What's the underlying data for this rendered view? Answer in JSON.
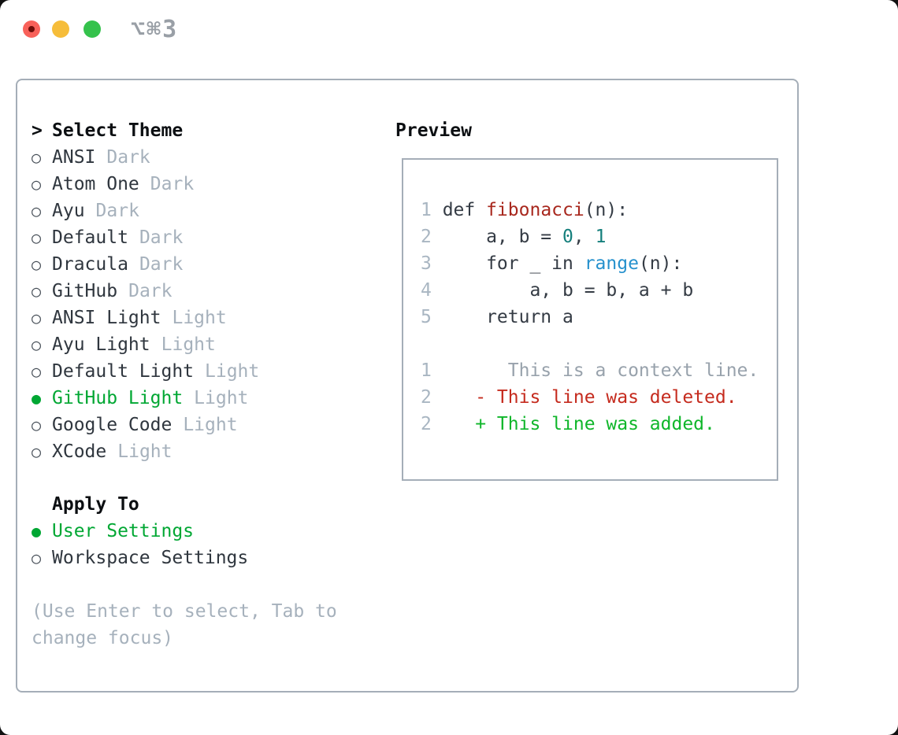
{
  "window": {
    "title_shortcut": "⌥⌘3"
  },
  "colors": {
    "accent_green": "#00a733",
    "diff_added_green": "#0fb62a",
    "diff_deleted_red": "#c52b1e",
    "function_red": "#a8281e",
    "number_teal": "#157f7c",
    "builtin_blue": "#2691cd",
    "muted_gray": "#a6b1bc",
    "text_dark": "#2f363e",
    "border_gray": "#a5aeb8",
    "traffic_red": "#f8615a",
    "traffic_yellow": "#f6bd3a",
    "traffic_green": "#35c24c"
  },
  "theme_panel": {
    "header": {
      "marker": ">",
      "label": "Select Theme"
    },
    "themes": [
      {
        "marker": "○",
        "name": "ANSI",
        "variant": "Dark",
        "selected": false
      },
      {
        "marker": "○",
        "name": "Atom One",
        "variant": "Dark",
        "selected": false
      },
      {
        "marker": "○",
        "name": "Ayu",
        "variant": "Dark",
        "selected": false
      },
      {
        "marker": "○",
        "name": "Default",
        "variant": "Dark",
        "selected": false
      },
      {
        "marker": "○",
        "name": "Dracula",
        "variant": "Dark",
        "selected": false
      },
      {
        "marker": "○",
        "name": "GitHub",
        "variant": "Dark",
        "selected": false
      },
      {
        "marker": "○",
        "name": "ANSI Light",
        "variant": "Light",
        "selected": false
      },
      {
        "marker": "○",
        "name": "Ayu Light",
        "variant": "Light",
        "selected": false
      },
      {
        "marker": "○",
        "name": "Default Light",
        "variant": "Light",
        "selected": false
      },
      {
        "marker": "●",
        "name": "GitHub Light",
        "variant": "Light",
        "selected": true
      },
      {
        "marker": "○",
        "name": "Google Code",
        "variant": "Light",
        "selected": false
      },
      {
        "marker": "○",
        "name": "XCode",
        "variant": "Light",
        "selected": false
      }
    ],
    "apply_to": {
      "label": "Apply To",
      "options": [
        {
          "marker": "●",
          "name": "User Settings",
          "selected": true
        },
        {
          "marker": "○",
          "name": "Workspace Settings",
          "selected": false
        }
      ]
    },
    "help_lines": [
      "(Use Enter to select, Tab to",
      "change focus)"
    ]
  },
  "preview": {
    "label": "Preview",
    "lines": [
      {
        "num": "1",
        "segs": [
          {
            "t": "def "
          },
          {
            "t": "fibonacci"
          },
          {
            "t": "(n):"
          }
        ]
      },
      {
        "num": "2",
        "segs": [
          {
            "t": "    a, b = "
          },
          {
            "t": "0"
          },
          {
            "t": ", "
          },
          {
            "t": "1"
          }
        ]
      },
      {
        "num": "3",
        "segs": [
          {
            "t": "    for _ in "
          },
          {
            "t": "range"
          },
          {
            "t": "(n):"
          }
        ]
      },
      {
        "num": "4",
        "segs": [
          {
            "t": "        a, b = b, a + b"
          }
        ]
      },
      {
        "num": "5",
        "segs": [
          {
            "t": "    return a"
          }
        ]
      },
      {
        "num": "",
        "segs": [
          {
            "t": ""
          }
        ]
      },
      {
        "num": "1",
        "segs": [
          {
            "t": "      This is a context line."
          }
        ]
      },
      {
        "num": "2",
        "segs": [
          {
            "t": "   - This line was deleted."
          }
        ]
      },
      {
        "num": "2",
        "segs": [
          {
            "t": "   + This line was added."
          }
        ]
      }
    ]
  }
}
